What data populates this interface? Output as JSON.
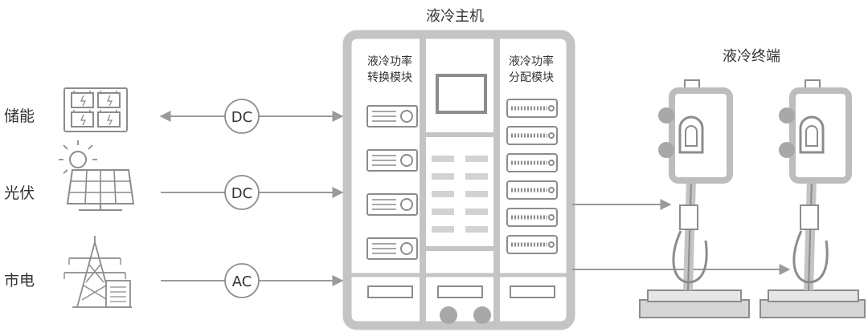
{
  "title": "液冷主机",
  "sources": {
    "storage": "储能",
    "solar": "光伏",
    "grid": "市电"
  },
  "links": {
    "storage": "DC",
    "solar": "DC",
    "grid": "AC"
  },
  "host": {
    "left_module_line1": "液冷功率",
    "left_module_line2": "转换模块",
    "right_module_line1": "液冷功率",
    "right_module_line2": "分配模块"
  },
  "terminal_title": "液冷终端",
  "colors": {
    "line": "#9a9a9a",
    "stroke": "#8c8c8c",
    "fill": "#d9d9d9",
    "text": "#333333"
  }
}
